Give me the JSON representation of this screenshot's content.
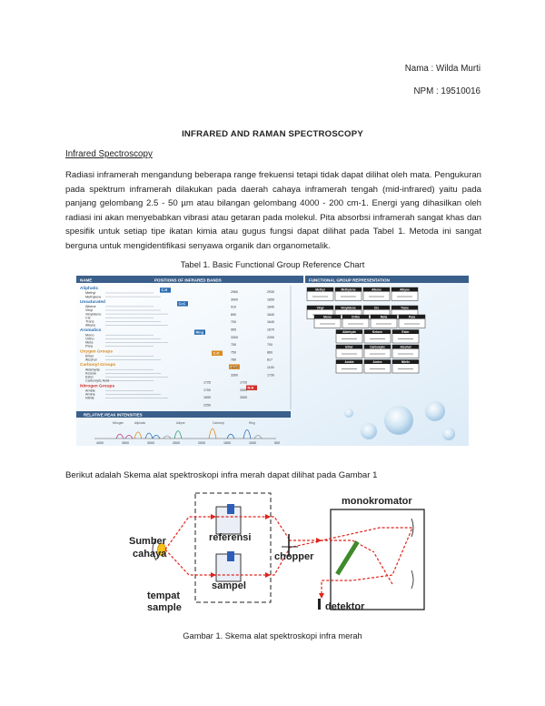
{
  "header": {
    "name_line": "Nama : Wilda Murti",
    "npm_line": "NPM : 19510016"
  },
  "title": "INFRARED AND RAMAN SPECTROSCOPY",
  "section_heading": "Infrared Spectroscopy",
  "paragraph_1": "Radiasi inframerah mengandung beberapa range frekuensi tetapi tidak dapat dilihat oleh mata. Pengukuran pada spektrum inframerah dilakukan pada daerah cahaya inframerah tengah (mid-infrared) yaitu pada panjang gelombang 2.5 - 50 µm atau bilangan gelombang 4000 - 200 cm-1. Energi yang dihasilkan oleh radiasi ini akan menyebabkan vibrasi atau getaran pada molekul. Pita absorbsi inframerah sangat khas dan spesifik untuk setiap tipe ikatan kimia atau gugus fungsi dapat dilihat pada Tabel 1. Metoda ini sangat berguna untuk mengidentifikasi senyawa organik dan organometalik.",
  "table_caption": "Tabel 1. Basic Functional Group Reference Chart",
  "reference_chart": {
    "header_name": "NAME",
    "header_positions": "POSITIONS OF INFRARED BANDS",
    "header_representation": "FUNCTIONAL GROUP REPRESENTATION",
    "groups": [
      {
        "label": "Aliphatic",
        "color": "#2a6db3",
        "items": [
          "Methyl",
          "Methylene"
        ],
        "badge": "C-H"
      },
      {
        "label": "Unsaturated",
        "color": "#2a6db3",
        "items": [
          "Alkene",
          "Vinyl",
          "Vinylidene",
          "Cis",
          "Trans",
          "Alkyne"
        ],
        "badge": "C=C"
      },
      {
        "label": "Aromatics",
        "color": "#2a6db3",
        "items": [
          "Mono",
          "Ortho",
          "Meta",
          "Para"
        ],
        "badge": "Ring"
      },
      {
        "label": "Oxygen Groups",
        "color": "#d98a1f",
        "items": [
          "Ether",
          "Alcohol"
        ],
        "badge": "C-O"
      },
      {
        "label": "Carbonyl Groups",
        "color": "#d98a1f",
        "items": [
          "Aldehyde",
          "Ketone",
          "Ester",
          "Carboxylic Acid"
        ],
        "badge": "C=O"
      },
      {
        "label": "Nitrogen Groups",
        "color": "#d0322c",
        "items": [
          "Amide",
          "Amine",
          "Nitrile"
        ],
        "badge": "N-H"
      }
    ],
    "numbers": [
      "2960",
      "2930",
      "3000",
      "1650",
      "910",
      "1640",
      "890",
      "1640",
      "700",
      "1640",
      "965",
      "1670",
      "3300",
      "2200",
      "750",
      "700",
      "750",
      "860",
      "780",
      "817",
      "1100",
      "1100",
      "3300",
      "1730",
      "1725",
      "1720",
      "1700",
      "3300",
      "1690",
      "3300",
      "2250"
    ],
    "wavenumber_ticks": [
      "4000",
      "3500",
      "3000",
      "2500",
      "2000",
      "1500",
      "1000",
      "500"
    ],
    "peak_banner": "RELATIVE PEAK INTENSITIES",
    "peak_labels": [
      "Nitrogen",
      "Aliphatic",
      "Alkyne",
      "Carbonyl",
      "Ring"
    ],
    "representation_cells": [
      "Methyl",
      "Methylene",
      "Alkene",
      "Alkyne",
      "Vinyl",
      "Vinylidene",
      "Cis",
      "Trans",
      "Mono",
      "Ortho",
      "Meta",
      "Para",
      "Aldehyde",
      "Ketone",
      "Ester",
      "Ether",
      "Carboxylic",
      "Alcohol",
      "Amide",
      "Amine",
      "Nitrile"
    ]
  },
  "paragraph_2": "Berikut adalah Skema alat spektroskopi infra merah dapat dilihat pada Gambar 1",
  "schematic": {
    "source_label_1": "Sumber",
    "source_label_2": "cahaya",
    "reference_label": "referensi",
    "sample_label": "sampel",
    "sample_place_1": "tempat",
    "sample_place_2": "sample",
    "chopper_label": "chopper",
    "monochromator_label": "monokromator",
    "detector_label": "detektor"
  },
  "figure_caption": "Gambar 1. Skema alat spektroskopi infra merah"
}
